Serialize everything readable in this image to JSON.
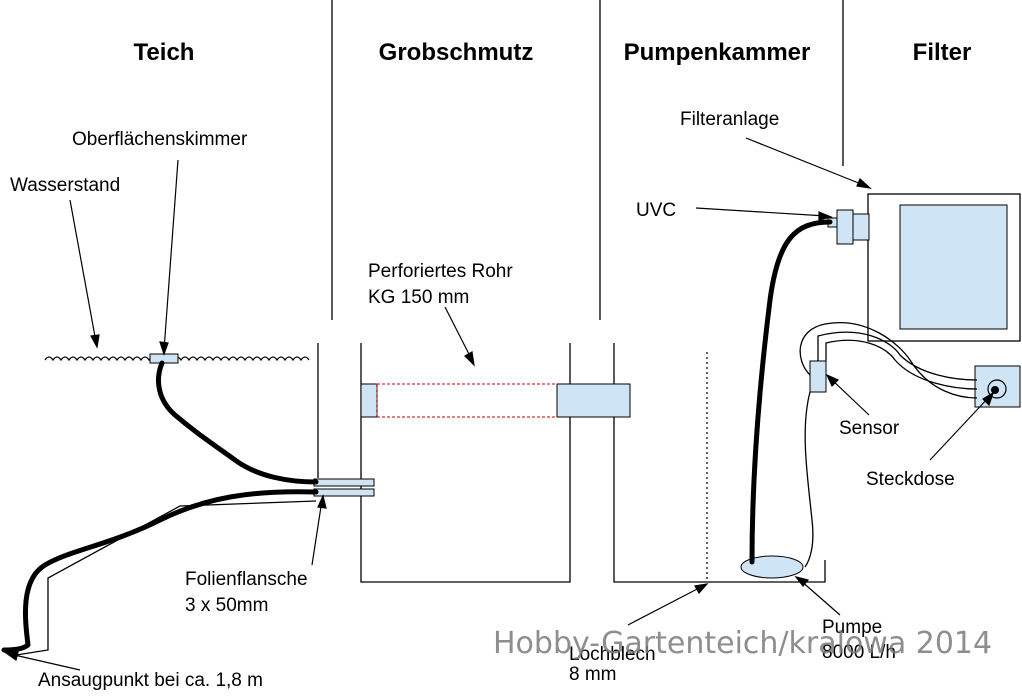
{
  "headers": {
    "teich": "Teich",
    "grobschmutz": "Grobschmutz",
    "pumpenkammer": "Pumpenkammer",
    "filter": "Filter"
  },
  "labels": {
    "oberflaechenskimmer": "Oberflächenskimmer",
    "wasserstand": "Wasserstand",
    "perforiertes_rohr_1": "Perforiertes Rohr",
    "perforiertes_rohr_2": "KG 150 mm",
    "filteranlage": "Filteranlage",
    "uvc": "UVC",
    "sensor": "Sensor",
    "steckdose": "Steckdose",
    "folienflansche_1": "Folienflansche",
    "folienflansche_2": "3 x 50mm",
    "ansaugpunkt": "Ansaugpunkt bei ca. 1,8 m",
    "lochblech_1": "Lochblech",
    "lochblech_2": "8 mm",
    "pumpe_1": "Pumpe",
    "pumpe_2": "8000 L/h"
  },
  "watermark": "Hobby-Gartenteich/kralowa 2014",
  "colors": {
    "component_fill": "#cfe5f5",
    "perforation": "#cc0000",
    "line": "#000000"
  }
}
